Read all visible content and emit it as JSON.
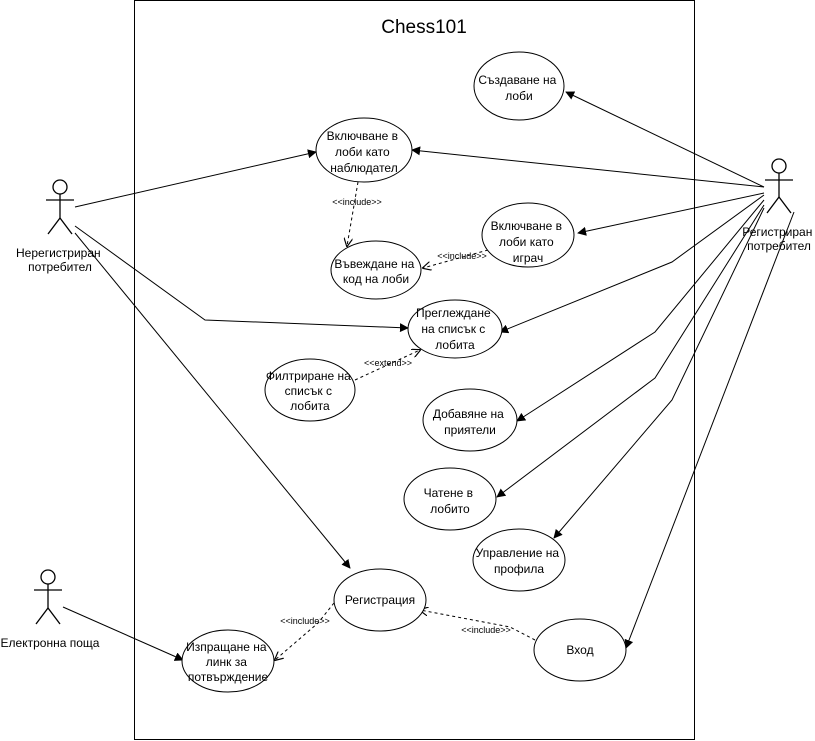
{
  "system": {
    "title": "Chess101"
  },
  "actors": {
    "unregistered": [
      "Нерегистриран",
      "потребител"
    ],
    "registered": [
      "Регистриран",
      "потребител"
    ],
    "email": [
      "Електронна поща"
    ]
  },
  "use_cases": {
    "create_lobby": [
      "Създаване на",
      "лоби"
    ],
    "join_observer": [
      "Включване в",
      "лоби като",
      "наблюдател"
    ],
    "join_player": [
      "Включване в",
      "лоби като",
      "играч"
    ],
    "enter_code": [
      "Въвеждане на",
      "код на лоби"
    ],
    "view_list": [
      "Преглеждане",
      "на списък с",
      "лобита"
    ],
    "filter_list": [
      "Филтриране на",
      "списък с",
      "лобита"
    ],
    "add_friends": [
      "Добавяне на",
      "приятели"
    ],
    "lobby_chat": [
      "Чатене в",
      "лобито"
    ],
    "manage_profile": [
      "Управление на",
      "профила"
    ],
    "registration": [
      "Регистрация"
    ],
    "send_link": [
      "Изпращане на",
      "линк за",
      "потвърждение"
    ],
    "login": [
      "Вход"
    ]
  },
  "relations": {
    "include_1": "<<include>>",
    "include_2": "<<include>>",
    "extend_1": "<<extend>>",
    "include_3": "<<include>>",
    "include_4": "<<include>>"
  }
}
